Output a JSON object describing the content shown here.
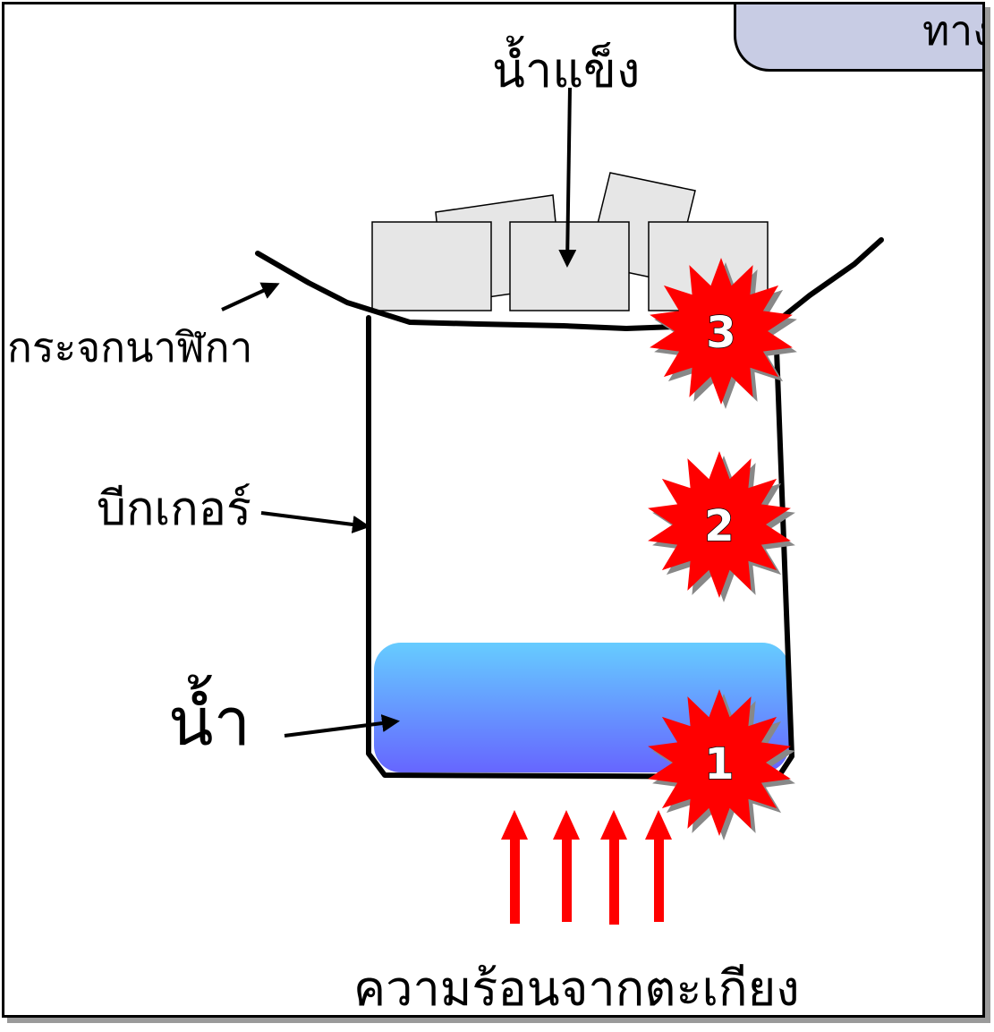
{
  "title_tab": {
    "text": "ทาง"
  },
  "labels": {
    "ice": "น้ำแข็ง",
    "watch_glass": "กระจกนาฬิกา",
    "beaker": "บีกเกอร์",
    "water": "น้ำ",
    "heat": "ความร้อนจากตะเกียง"
  },
  "markers": [
    "1",
    "2",
    "3"
  ],
  "colors": {
    "water_top": "#66ccff",
    "water_bottom": "#6666ff",
    "ice": "#e6e6e6",
    "heat_arrow": "#ff0000",
    "star_fill": "#ff0000",
    "title_tab_bg": "#c8cce4"
  },
  "icons": {
    "star_marker": "red-starburst-icon",
    "heat_arrow": "red-up-arrow-icon"
  }
}
